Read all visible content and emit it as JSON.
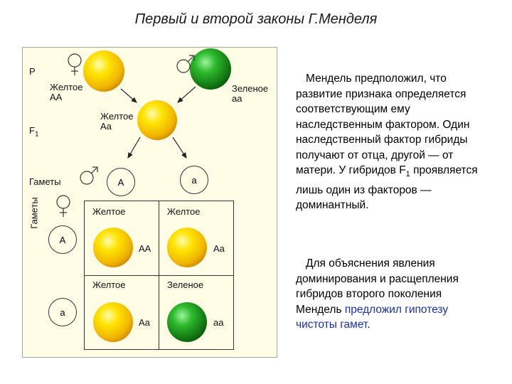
{
  "title": "Первый и второй законы Г.Менделя",
  "diagram": {
    "row_p": "P",
    "row_f1": "F",
    "row_f1_sub": "1",
    "row_gametes": "Гаметы",
    "col_gametes": "Гаметы",
    "parent_yellow": {
      "color_label": "Желтое",
      "genotype": "AA"
    },
    "parent_green": {
      "color_label": "Зеленое",
      "genotype": "aa"
    },
    "f1": {
      "color_label": "Желтое",
      "genotype": "Aa"
    },
    "gamete_top_a": "A",
    "gamete_top_b": "a",
    "gamete_left_a": "A",
    "gamete_left_b": "a",
    "cells": [
      {
        "color_label": "Желтое",
        "genotype": "AA"
      },
      {
        "color_label": "Желтое",
        "genotype": "Aa"
      },
      {
        "color_label": "Желтое",
        "genotype": "Aa"
      },
      {
        "color_label": "Зеленое",
        "genotype": "aa"
      }
    ],
    "colors": {
      "yellow": "#f2c400",
      "green": "#1e8a1e",
      "panel": "#fffde6"
    }
  },
  "text": {
    "p1": "Мендель предположил, что развитие признака определяется соответствующим ему наследственным фактором. Один наследственный фактор гибриды получают от отца, другой — от матери. У гибридов F",
    "p1_sub": "1",
    "p1_end": " проявляется лишь один из факторов — доминантный.",
    "p2": "Для объяснения явления доминирования и расщепления гибридов второго поколения Мендель ",
    "p2_highlight": "предложил гипотезу чистоты гамет",
    "p2_end": "."
  }
}
